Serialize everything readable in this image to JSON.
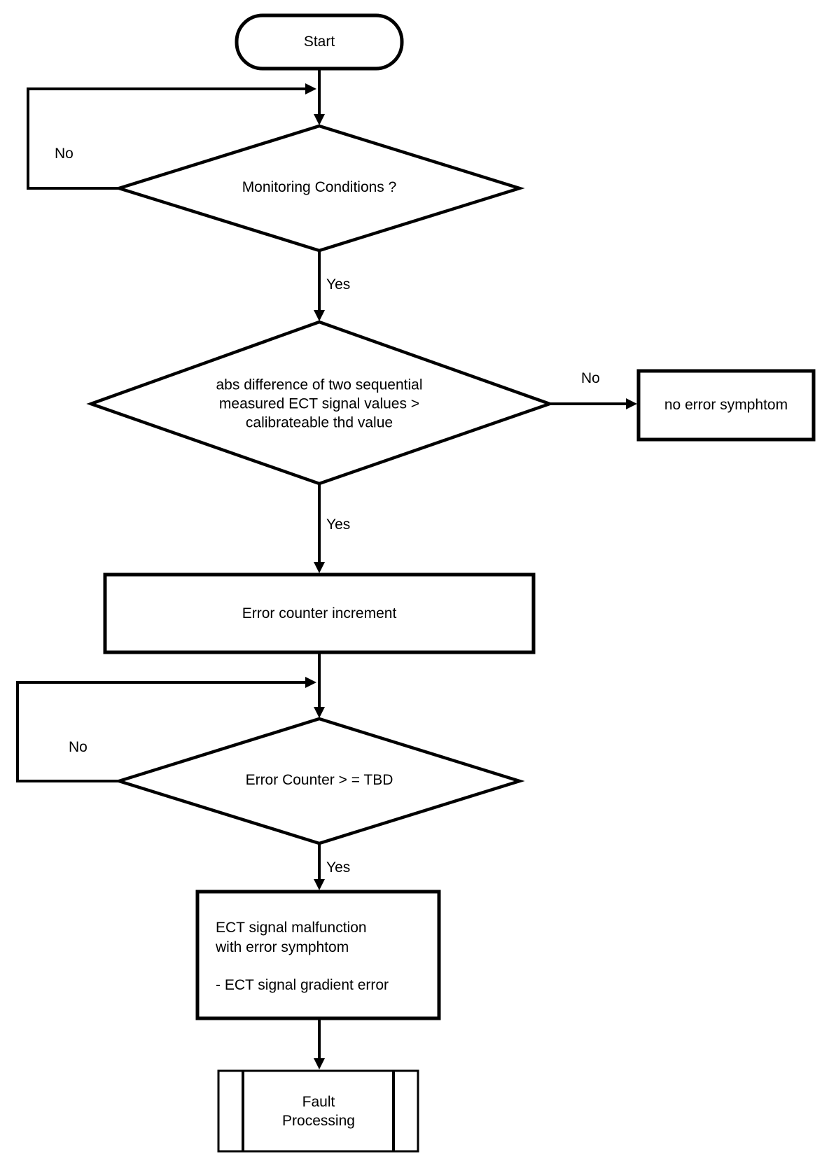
{
  "colors": {
    "background": "#ffffff",
    "stroke": "#000000",
    "text": "#000000"
  },
  "nodes": {
    "start": {
      "type": "terminator",
      "label": "Start"
    },
    "decision_monitoring": {
      "type": "decision",
      "label": "Monitoring Conditions ?"
    },
    "decision_abs_diff": {
      "type": "decision",
      "lines": [
        "abs difference of two sequential",
        "measured ECT signal values >",
        "calibrateable thd value"
      ]
    },
    "no_error": {
      "type": "process",
      "label": "no error symphtom"
    },
    "error_counter": {
      "type": "process",
      "label": "Error counter increment"
    },
    "decision_counter": {
      "type": "decision",
      "label": "Error Counter > = TBD"
    },
    "malfunction": {
      "type": "process",
      "lines": [
        "ECT signal malfunction",
        "with error symphtom",
        "- ECT signal gradient error"
      ]
    },
    "fault": {
      "type": "predefined_process",
      "lines": [
        "Fault",
        "Processing"
      ]
    }
  },
  "edge_labels": {
    "no1": "No",
    "yes1": "Yes",
    "no2": "No",
    "yes2": "Yes",
    "no3": "No",
    "yes3": "Yes"
  }
}
